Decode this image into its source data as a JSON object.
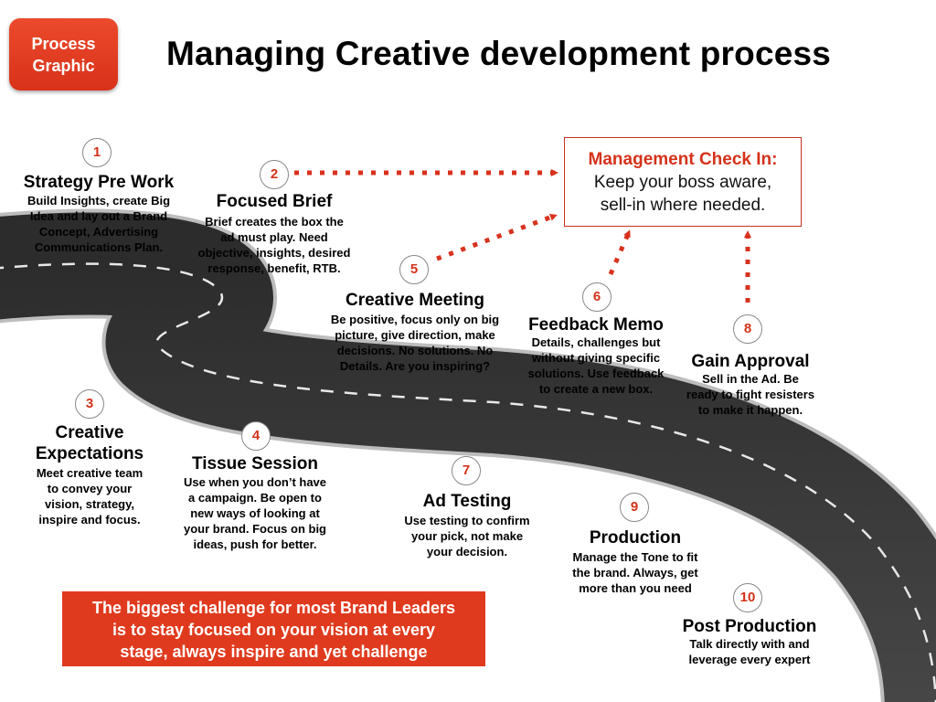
{
  "badge": {
    "line1": "Process",
    "line2": "Graphic"
  },
  "title": "Managing Creative development process",
  "management": {
    "heading": "Management Check In:",
    "line1": "Keep your boss aware,",
    "line2": "sell-in where needed."
  },
  "challenge": {
    "line1": "The biggest challenge for most Brand Leaders",
    "line2": "is to stay focused on your vision at every",
    "line3": "stage, always inspire and yet challenge"
  },
  "steps": [
    {
      "number": "1",
      "title": [
        "Strategy Pre Work"
      ],
      "desc": [
        "Build Insights, create Big",
        "Idea and lay out a Brand",
        "Concept, Advertising",
        "Communications Plan."
      ]
    },
    {
      "number": "2",
      "title": [
        "Focused Brief"
      ],
      "desc": [
        "Brief creates the box the",
        "ad must play. Need",
        "objective, insights, desired",
        "response, benefit, RTB."
      ]
    },
    {
      "number": "3",
      "title": [
        "Creative",
        "Expectations"
      ],
      "desc": [
        "Meet creative team",
        "to convey your",
        "vision, strategy,",
        "inspire and focus."
      ]
    },
    {
      "number": "4",
      "title": [
        "Tissue Session"
      ],
      "desc": [
        "Use when you don’t have",
        "a campaign. Be open to",
        "new ways of looking at",
        "your brand. Focus on big",
        "ideas, push for better."
      ]
    },
    {
      "number": "5",
      "title": [
        "Creative Meeting"
      ],
      "desc": [
        "Be positive, focus only on big",
        "picture, give direction, make",
        "decisions. No solutions. No",
        "Details. Are you inspiring?"
      ]
    },
    {
      "number": "6",
      "title": [
        "Feedback Memo"
      ],
      "desc": [
        "Details, challenges but",
        "without giving specific",
        "solutions. Use feedback",
        "to create a new box."
      ]
    },
    {
      "number": "7",
      "title": [
        "Ad Testing"
      ],
      "desc": [
        "Use testing to confirm",
        "your pick, not make",
        "your decision."
      ]
    },
    {
      "number": "8",
      "title": [
        "Gain Approval"
      ],
      "desc": [
        "Sell in the Ad. Be",
        "ready to fight resisters",
        "to make it happen."
      ]
    },
    {
      "number": "9",
      "title": [
        "Production"
      ],
      "desc": [
        "Manage the Tone to fit",
        "the brand.  Always, get",
        "more than you need"
      ]
    },
    {
      "number": "10",
      "title": [
        "Post Production"
      ],
      "desc": [
        "Talk directly with and",
        "leverage every expert"
      ]
    }
  ],
  "colors": {
    "accent": "#d4321a",
    "road": "#3a3a3a",
    "arrow": "#d8321e"
  }
}
